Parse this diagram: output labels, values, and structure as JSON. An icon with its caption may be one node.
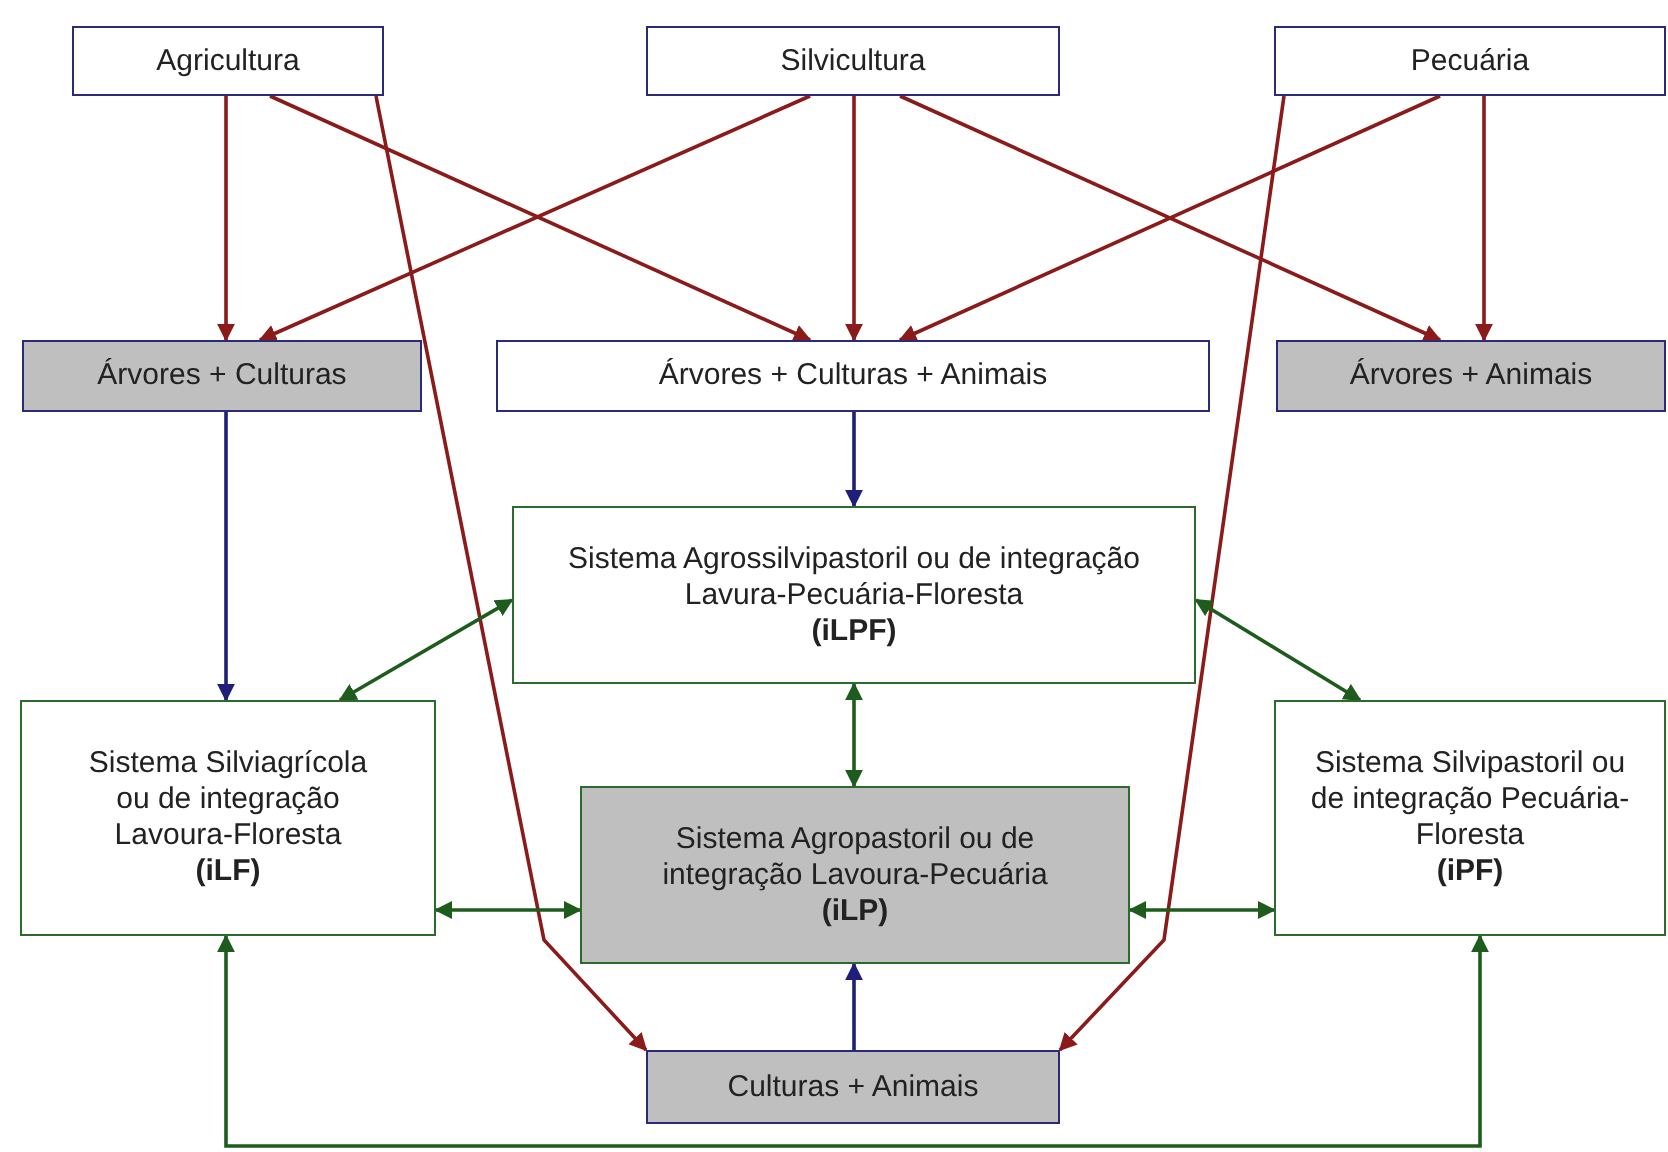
{
  "diagram": {
    "nodes": [
      {
        "text": [
          "Agricultura"
        ]
      },
      {
        "text": [
          "Silvicultura"
        ]
      },
      {
        "text": [
          "Pecuária"
        ]
      },
      {
        "text": [
          "Árvores + Culturas"
        ]
      },
      {
        "text": [
          "Árvores + Culturas + Animais"
        ]
      },
      {
        "text": [
          "Árvores + Animais"
        ]
      },
      {
        "text": [
          "Sistema Agrossilvipastoril ou de integração Lavura-Pecuária-Floresta",
          "(iLPF)"
        ]
      },
      {
        "text": [
          "Sistema Silviagrícola ou de integração Lavoura-Floresta",
          "(iLF)"
        ]
      },
      {
        "text": [
          "Sistema Agropastoril ou de integração Lavoura-Pecuária",
          "(iLP)"
        ]
      },
      {
        "text": [
          "Sistema Silvipastoril ou de integração Pecuária-Floresta",
          "(iPF)"
        ]
      },
      {
        "text": [
          "Culturas + Animais"
        ]
      }
    ],
    "edges": [
      {
        "from": 0,
        "to": 3,
        "arrow": "to"
      },
      {
        "from": 0,
        "to": 4,
        "arrow": "to"
      },
      {
        "from": 0,
        "to": 10,
        "arrow": "to"
      },
      {
        "from": 1,
        "to": 3,
        "arrow": "to"
      },
      {
        "from": 1,
        "to": 4,
        "arrow": "to"
      },
      {
        "from": 1,
        "to": 5,
        "arrow": "to"
      },
      {
        "from": 2,
        "to": 4,
        "arrow": "to"
      },
      {
        "from": 2,
        "to": 5,
        "arrow": "to"
      },
      {
        "from": 2,
        "to": 10,
        "arrow": "to"
      },
      {
        "from": 3,
        "to": 7,
        "arrow": "to",
        "color": "#1f1f7a"
      },
      {
        "from": 4,
        "to": 6,
        "arrow": "to",
        "color": "#1f1f7a"
      },
      {
        "from": 10,
        "to": 8,
        "arrow": "to",
        "color": "#1f1f7a"
      },
      {
        "from": 6,
        "to": 7,
        "arrow": "both",
        "color": "#1e5c1e"
      },
      {
        "from": 6,
        "to": 9,
        "arrow": "both",
        "color": "#1e5c1e"
      },
      {
        "from": 6,
        "to": 8,
        "arrow": "both",
        "color": "#1e5c1e"
      },
      {
        "from": 7,
        "to": 8,
        "arrow": "both",
        "color": "#1e5c1e"
      },
      {
        "from": 8,
        "to": 9,
        "arrow": "both",
        "color": "#1e5c1e"
      },
      {
        "from": 7,
        "to": 9,
        "arrow": "both",
        "color": "#1e5c1e"
      }
    ]
  }
}
